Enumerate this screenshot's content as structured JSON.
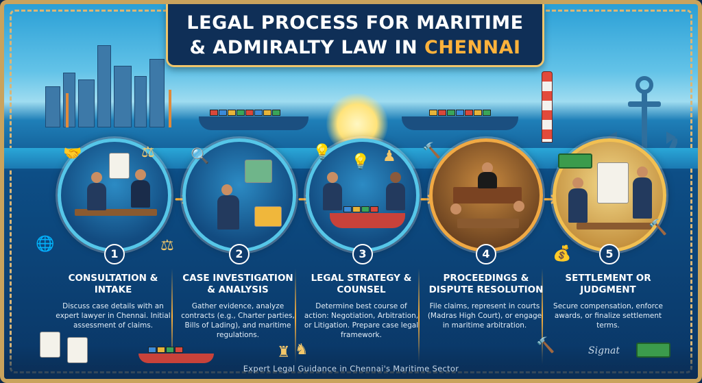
{
  "title": {
    "line1": "LEGAL PROCESS FOR MARITIME",
    "line2_prefix": "& ADMIRALTY LAW IN ",
    "line2_accent": "CHENNAI"
  },
  "steps": [
    {
      "number": "1",
      "title": "CONSULTATION & INTAKE",
      "description": "Discuss case details with an expert lawyer in Chennai. Initial assessment of claims."
    },
    {
      "number": "2",
      "title": "CASE INVESTIGATION & ANALYSIS",
      "description": "Gather evidence, analyze contracts (e.g., Charter parties, Bills of Lading), and maritime regulations."
    },
    {
      "number": "3",
      "title": "LEGAL STRATEGY & COUNSEL",
      "description": "Determine best course of action: Negotiation, Arbitration, or Litigation. Prepare case legal framework."
    },
    {
      "number": "4",
      "title": "PROCEEDINGS & DISPUTE RESOLUTION",
      "description": "File claims, represent in courts (Madras High Court), or engage in maritime arbitration."
    },
    {
      "number": "5",
      "title": "SETTLEMENT OR JUDGMENT",
      "description": "Secure compensation, enforce awards, or finalize settlement terms."
    }
  ],
  "footer": "Expert Legal Guidance in Chennai's Maritime Sector",
  "signature": "Signat",
  "colors": {
    "title_bg": "#0f2f57",
    "title_border": "#f1c66b",
    "accent": "#ffb23b",
    "circle_ring": "#56c6e8"
  },
  "icons": [
    "handshake-icon",
    "scales-icon",
    "magnifier-icon",
    "lightbulb-icon",
    "gavel-icon",
    "money-icon",
    "anchor-icon",
    "lighthouse-icon",
    "globe-icon",
    "chess-icon"
  ]
}
